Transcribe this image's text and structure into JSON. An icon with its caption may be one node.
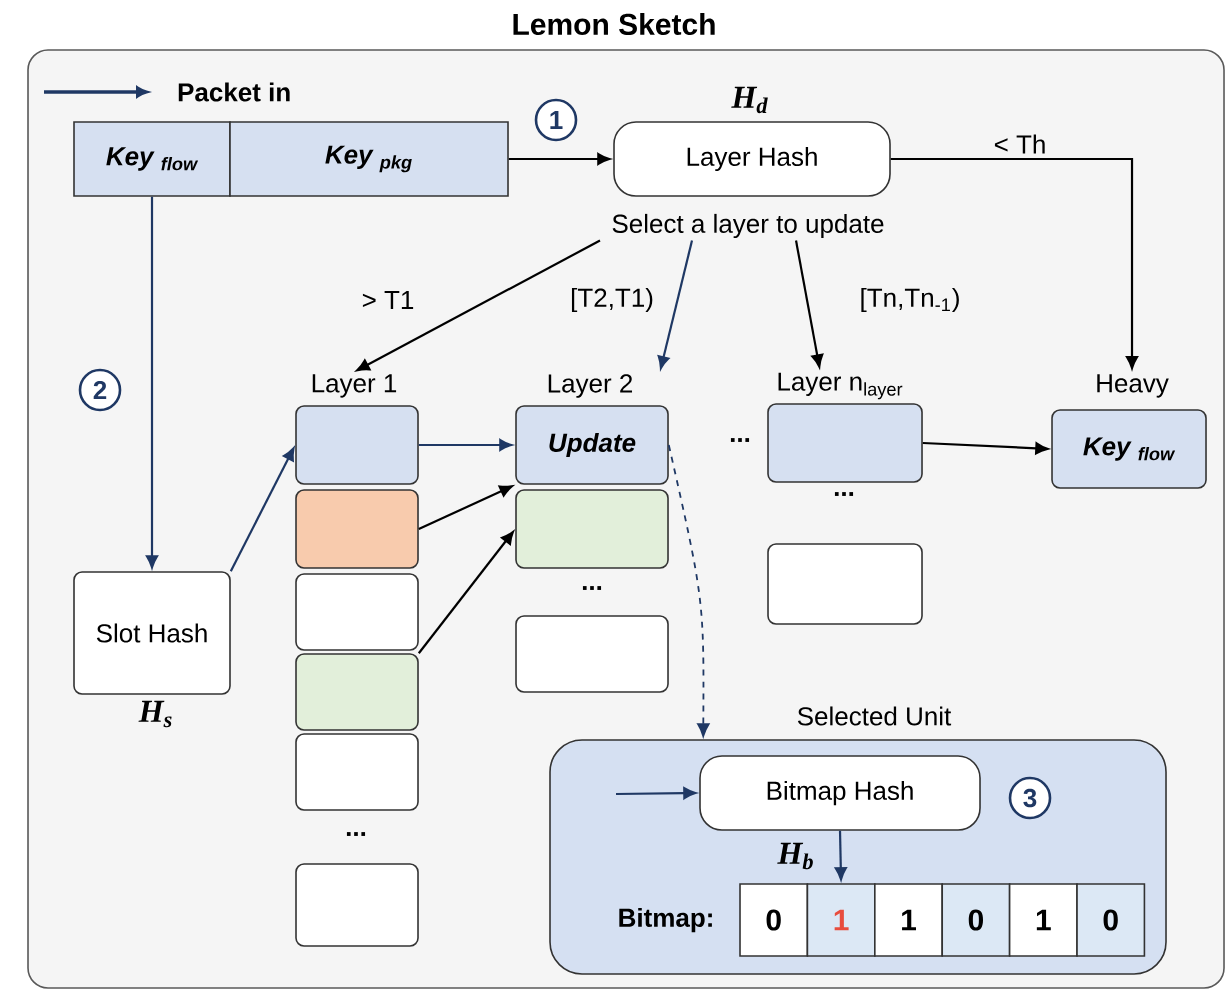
{
  "diagram": {
    "title": "Lemon Sketch",
    "nodes": [
      {
        "text": [
          "Key $_{flow}$"
        ]
      },
      {
        "text": [
          "Key $_{pkg}$"
        ]
      },
      {
        "text": [
          "Layer Hash"
        ],
        "beside": [
          "H$_{d}$"
        ]
      },
      {
        "text": [
          "Select a layer to update"
        ]
      },
      {
        "text": [
          "Layer 1"
        ]
      },
      {
        "text": [],
        "shape": "box"
      },
      {
        "text": [],
        "shape": "box"
      },
      {
        "text": [],
        "shape": "box"
      },
      {
        "text": [],
        "shape": "box"
      },
      {
        "text": [],
        "shape": "box"
      },
      {
        "text": [
          "Layer 2",
          "Update"
        ]
      },
      {
        "text": [],
        "shape": "box"
      },
      {
        "text": [],
        "shape": "box"
      },
      {
        "text": [
          "Layer n$_{layer}$"
        ]
      },
      {
        "text": [],
        "shape": "box"
      },
      {
        "text": [
          "Heavy",
          "Key $_{flow}$"
        ]
      },
      {
        "text": [
          "Slot Hash"
        ],
        "beside": [
          "H$_{s}$"
        ]
      },
      {
        "text": [
          "Selected Unit"
        ]
      },
      {
        "text": [
          "Bitmap Hash"
        ],
        "in": 17,
        "beside": [
          "H$_{b}$"
        ]
      },
      {
        "text": [
          "0"
        ],
        "in": 17
      },
      {
        "text": [
          "1"
        ],
        "in": 17
      },
      {
        "text": [
          "1"
        ],
        "in": 17
      },
      {
        "text": [
          "0"
        ],
        "in": 17
      },
      {
        "text": [
          "1"
        ],
        "in": 17
      },
      {
        "text": [
          "0"
        ],
        "in": 17
      }
    ],
    "edges": [
      {
        "from": 1,
        "to": 2,
        "arrow": "to"
      },
      {
        "from": 2,
        "to": 15,
        "arrow": "to",
        "label": "< Th"
      },
      {
        "from": 3,
        "to": 4,
        "arrow": "to",
        "label": "> T1"
      },
      {
        "from": 3,
        "to": 10,
        "arrow": "to",
        "label": "[T2,T1)",
        "color": "#1f3864"
      },
      {
        "from": 3,
        "to": 13,
        "arrow": "to",
        "label": "[Tn,Tn$_{-1}$)"
      },
      {
        "from": 0,
        "to": 16,
        "arrow": "to",
        "color": "#1f3864"
      },
      {
        "from": 16,
        "to": 4,
        "arrow": "to",
        "color": "#1f3864"
      },
      {
        "from": 4,
        "to": 10,
        "arrow": "to",
        "color": "#1f3864"
      },
      {
        "from": 5,
        "to": 10,
        "arrow": "to"
      },
      {
        "from": 7,
        "to": 11,
        "arrow": "to"
      },
      {
        "from": 13,
        "to": 15,
        "arrow": "to"
      },
      {
        "from": 10,
        "to": 17,
        "arrow": "to",
        "style": "dashed",
        "color": "#1f3864"
      },
      {
        "from": null,
        "to": 18,
        "arrow": "to",
        "color": "#1f3864"
      },
      {
        "from": 18,
        "to": 20,
        "arrow": "to",
        "color": "#1f3864"
      }
    ],
    "labels": [
      "Packet in",
      "1",
      "2",
      "...",
      "...",
      "...",
      "3",
      "...",
      "Bitmap:"
    ]
  }
}
